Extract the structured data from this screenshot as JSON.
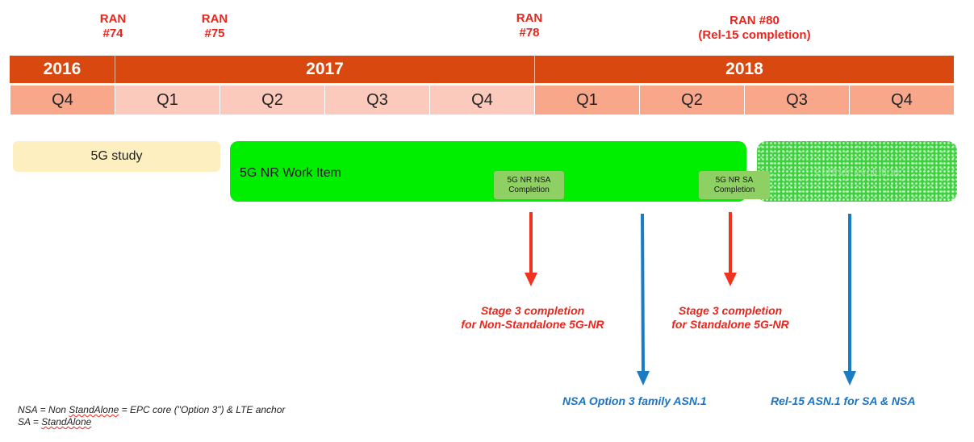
{
  "ran_markers": [
    {
      "text": "RAN\n#74"
    },
    {
      "text": "RAN\n#75"
    },
    {
      "text": "RAN\n#78"
    },
    {
      "text": "RAN #80\n(Rel-15 completion)"
    }
  ],
  "years": [
    "2016",
    "2017",
    "2018"
  ],
  "quarters": [
    "Q4",
    "Q1",
    "Q2",
    "Q3",
    "Q4",
    "Q1",
    "Q2",
    "Q3",
    "Q4"
  ],
  "phases": {
    "study": "5G study",
    "work_item": "5G NR Work Item",
    "further": "Further evolution"
  },
  "milestones": {
    "nsa": "5G NR NSA\nCompletion",
    "sa": "5G NR SA\nCompletion"
  },
  "outcomes": {
    "stage3_nsa": "Stage 3 completion\nfor Non-Standalone 5G-NR",
    "stage3_sa": "Stage 3 completion\nfor Standalone 5G-NR",
    "asn_nsa": "NSA Option 3  family ASN.1",
    "asn_rel15": "Rel-15 ASN.1 for SA & NSA"
  },
  "footnote": {
    "line1_prefix": "NSA = Non ",
    "line1_term": "StandAlone",
    "line1_suffix": " = EPC core (\"Option 3\") & LTE anchor",
    "line2_prefix": "SA = ",
    "line2_term": "StandAlone"
  },
  "colors": {
    "year_bar": "#d9480f",
    "quarter_dark": "#f8a78a",
    "quarter_light": "#fccabc",
    "work_item": "#00ee00",
    "milestone": "#8ed063",
    "red_arrow": "#f0321e",
    "blue_arrow": "#1a7cc4"
  }
}
